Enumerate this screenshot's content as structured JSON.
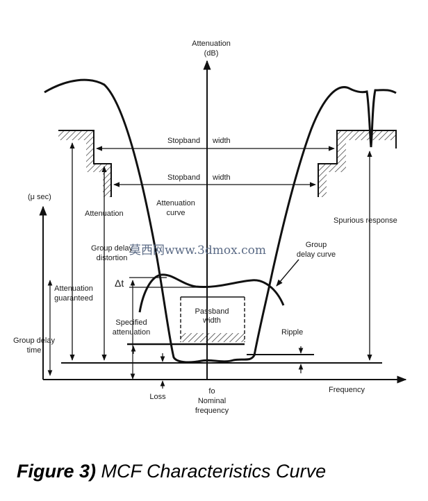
{
  "labels": {
    "attenuation_axis_1": "Attenuation",
    "attenuation_axis_2": "(dB)",
    "stopband_width_outer_1": "Stopband",
    "stopband_width_outer_2": "width",
    "stopband_width_inner_1": "Stopband",
    "stopband_width_inner_2": "width",
    "usec": "(μ sec)",
    "attenuation": "Attenuation",
    "attenuation_curve_1": "Attenuation",
    "attenuation_curve_2": "curve",
    "group_delay_distortion_1": "Group delay",
    "group_delay_distortion_2": "distortion",
    "watermark": "莫西网www.3dmox.com",
    "group_delay_curve_1": "Group",
    "group_delay_curve_2": "delay curve",
    "spurious_response": "Spurious response",
    "delta_t": "Δt",
    "attenuation_guaranteed_1": "Attenuation",
    "attenuation_guaranteed_2": "guaranteed",
    "passband_width_1": "Passband",
    "passband_width_2": "width",
    "specified_attenuation_1": "Specified",
    "specified_attenuation_2": "attenuation",
    "ripple": "Ripple",
    "group_delay_time_1": "Group delay",
    "group_delay_time_2": "time",
    "frequency": "Frequency",
    "loss": "Loss",
    "fo": "fo",
    "nominal_1": "Nominal",
    "nominal_2": "frequency"
  },
  "caption": {
    "prefix": "Figure 3)",
    "text": " MCF Characteristics Curve"
  }
}
